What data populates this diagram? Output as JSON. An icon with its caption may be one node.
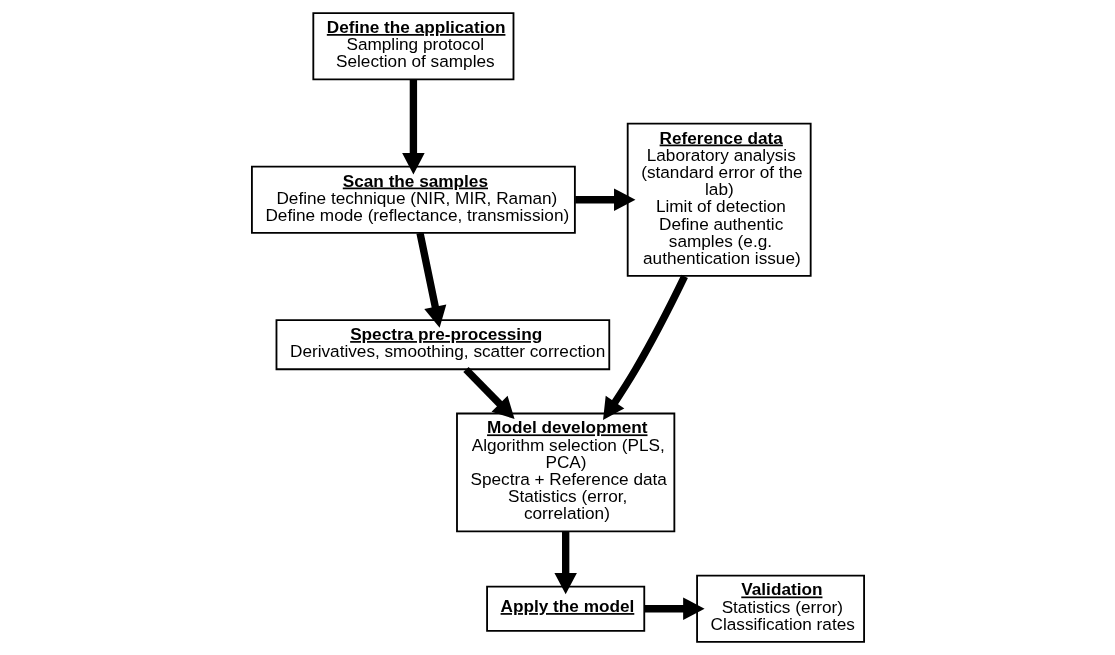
{
  "diagram": {
    "nodes": [
      {
        "text": [
          "Define the application",
          "Sampling protocol",
          "Selection of samples"
        ]
      },
      {
        "text": [
          "Scan the samples",
          "Define technique (NIR, MIR, Raman)",
          "Define mode (reflectance, transmission)"
        ]
      },
      {
        "text": [
          "Reference data",
          "Laboratory analysis (standard error of the lab)",
          "Limit of detection",
          "Define authentic samples (e.g. authentication issue)"
        ]
      },
      {
        "text": [
          "Spectra pre-processing",
          "Derivatives, smoothing, scatter correction"
        ]
      },
      {
        "text": [
          "Model development",
          "Algorithm selection (PLS, PCA)",
          "Spectra + Reference data",
          "Statistics (error, correlation)"
        ]
      },
      {
        "text": [
          "Apply the model"
        ]
      },
      {
        "text": [
          "Validation",
          "Statistics (error)",
          "Classification rates"
        ]
      }
    ],
    "edges": [
      {
        "from": 0,
        "to": 1,
        "arrow": "to"
      },
      {
        "from": 1,
        "to": 2,
        "arrow": "to"
      },
      {
        "from": 1,
        "to": 3,
        "arrow": "to"
      },
      {
        "from": 3,
        "to": 4,
        "arrow": "to"
      },
      {
        "from": 2,
        "to": 4,
        "arrow": "to"
      },
      {
        "from": 4,
        "to": 5,
        "arrow": "to"
      },
      {
        "from": 5,
        "to": 6,
        "arrow": "to"
      }
    ]
  }
}
